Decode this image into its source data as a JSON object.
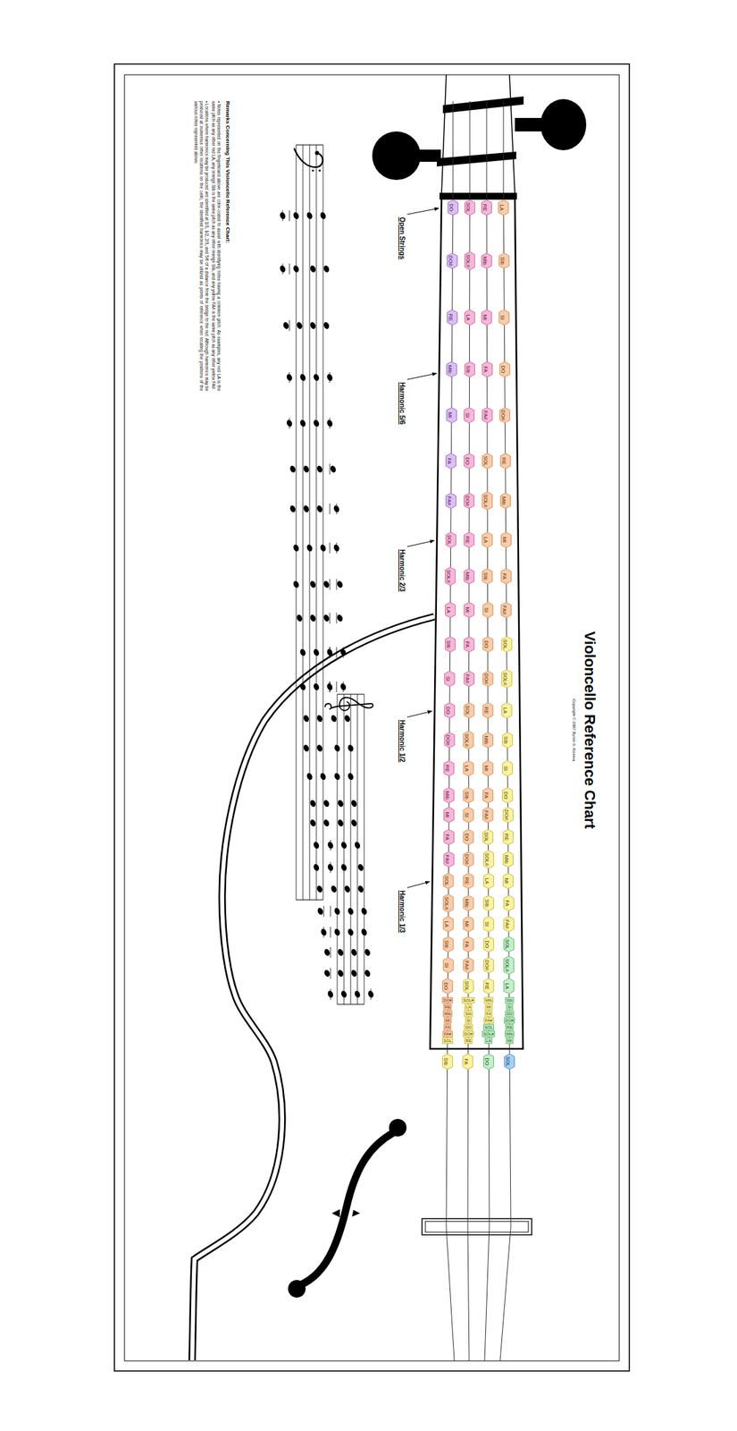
{
  "diagram": {
    "title": "Violoncello Reference Chart",
    "nodes": [
      {
        "text": [
          "DO"
        ]
      },
      {
        "text": [
          "SOL"
        ]
      },
      {
        "text": [
          "RE"
        ]
      },
      {
        "text": [
          "LA"
        ]
      },
      {
        "text": [
          "DO#"
        ]
      },
      {
        "text": [
          "SOL#"
        ]
      },
      {
        "text": [
          "MIb"
        ]
      },
      {
        "text": [
          "SIb"
        ]
      },
      {
        "text": [
          "RE"
        ]
      },
      {
        "text": [
          "LA"
        ]
      },
      {
        "text": [
          "MI"
        ]
      },
      {
        "text": [
          "SI"
        ]
      },
      {
        "text": [
          "MIb"
        ]
      },
      {
        "text": [
          "SIb"
        ]
      },
      {
        "text": [
          "FA"
        ]
      },
      {
        "text": [
          "DO"
        ]
      },
      {
        "text": [
          "MI"
        ]
      },
      {
        "text": [
          "SI"
        ]
      },
      {
        "text": [
          "FA#"
        ]
      },
      {
        "text": [
          "DO#"
        ]
      },
      {
        "text": [
          "FA"
        ]
      },
      {
        "text": [
          "DO"
        ]
      },
      {
        "text": [
          "SOL"
        ]
      },
      {
        "text": [
          "RE"
        ]
      },
      {
        "text": [
          "FA#"
        ]
      },
      {
        "text": [
          "DO#"
        ]
      },
      {
        "text": [
          "SOL#"
        ]
      },
      {
        "text": [
          "MIb"
        ]
      },
      {
        "text": [
          "SOL"
        ]
      },
      {
        "text": [
          "RE"
        ]
      },
      {
        "text": [
          "LA"
        ]
      },
      {
        "text": [
          "MI"
        ]
      },
      {
        "text": [
          "SOL#"
        ]
      },
      {
        "text": [
          "MIb"
        ]
      },
      {
        "text": [
          "SIb"
        ]
      },
      {
        "text": [
          "FA"
        ]
      },
      {
        "text": [
          "LA"
        ]
      },
      {
        "text": [
          "MI"
        ]
      },
      {
        "text": [
          "SI"
        ]
      },
      {
        "text": [
          "FA#"
        ]
      },
      {
        "text": [
          "SIb"
        ]
      },
      {
        "text": [
          "FA"
        ]
      },
      {
        "text": [
          "DO"
        ]
      },
      {
        "text": [
          "SOL"
        ]
      },
      {
        "text": [
          "SI"
        ]
      },
      {
        "text": [
          "FA#"
        ]
      },
      {
        "text": [
          "DO#"
        ]
      },
      {
        "text": [
          "SOL#"
        ]
      },
      {
        "text": [
          "DO"
        ]
      },
      {
        "text": [
          "SOL"
        ]
      },
      {
        "text": [
          "RE"
        ]
      },
      {
        "text": [
          "LA"
        ]
      },
      {
        "text": [
          "DO#"
        ]
      },
      {
        "text": [
          "SOL#"
        ]
      },
      {
        "text": [
          "MIb"
        ]
      },
      {
        "text": [
          "SIb"
        ]
      },
      {
        "text": [
          "RE"
        ]
      },
      {
        "text": [
          "LA"
        ]
      },
      {
        "text": [
          "MI"
        ]
      },
      {
        "text": [
          "SI"
        ]
      },
      {
        "text": [
          "MIb"
        ]
      },
      {
        "text": [
          "SIb"
        ]
      },
      {
        "text": [
          "FA"
        ]
      },
      {
        "text": [
          "DO"
        ]
      },
      {
        "text": [
          "MI"
        ]
      },
      {
        "text": [
          "SI"
        ]
      },
      {
        "text": [
          "FA#"
        ]
      },
      {
        "text": [
          "DO#"
        ]
      },
      {
        "text": [
          "FA"
        ]
      },
      {
        "text": [
          "DO"
        ]
      },
      {
        "text": [
          "SOL"
        ]
      },
      {
        "text": [
          "RE"
        ]
      },
      {
        "text": [
          "FA#"
        ]
      },
      {
        "text": [
          "DO#"
        ]
      },
      {
        "text": [
          "SOL#"
        ]
      },
      {
        "text": [
          "MIb"
        ]
      },
      {
        "text": [
          "SOL"
        ]
      },
      {
        "text": [
          "RE"
        ]
      },
      {
        "text": [
          "LA"
        ]
      },
      {
        "text": [
          "MI"
        ]
      },
      {
        "text": [
          "SOL#"
        ]
      },
      {
        "text": [
          "MIb"
        ]
      },
      {
        "text": [
          "SIb"
        ]
      },
      {
        "text": [
          "FA"
        ]
      },
      {
        "text": [
          "LA"
        ]
      },
      {
        "text": [
          "MI"
        ]
      },
      {
        "text": [
          "SI"
        ]
      },
      {
        "text": [
          "FA#"
        ]
      },
      {
        "text": [
          "SIb"
        ]
      },
      {
        "text": [
          "FA"
        ]
      },
      {
        "text": [
          "DO"
        ]
      },
      {
        "text": [
          "SOL"
        ]
      },
      {
        "text": [
          "SI"
        ]
      },
      {
        "text": [
          "FA#"
        ]
      },
      {
        "text": [
          "DO#"
        ]
      },
      {
        "text": [
          "SOL#"
        ]
      },
      {
        "text": [
          "DO"
        ]
      },
      {
        "text": [
          "SOL"
        ]
      },
      {
        "text": [
          "RE"
        ]
      },
      {
        "text": [
          "LA"
        ]
      },
      {
        "text": [
          "SIb"
        ]
      },
      {
        "text": [
          "FA"
        ]
      },
      {
        "text": [
          "DO"
        ]
      },
      {
        "text": [
          "SOL"
        ]
      }
    ],
    "labels": [
      "Copyright © 2007 Byron S. Kozera",
      "Open Strings",
      "Harmonic 5/6",
      "Harmonic 2/3",
      "Harmonic 1/2",
      "Harmonic 1/3",
      "Remarks Concerning This Violoncello Reference Chart:",
      "• Notes represented on the fingerboard above are color-coded to assist with identifying notes having a common pitch. As examples, any red LA is the same pitch as any other red LA, any orange SIb is the same pitch as any other orange SIb, and any yellow FA# is the same pitch as any other yellow FA#.",
      "• Locations where harmonics may be produced are identified at 1/3, 1/2, 2/3, and 5/6 of a distance from the bridge to the nut. Although harmonics may be produced at numerous other locations on the cello, the identified harmonics may be utilized as points of reference when locating the positions of the various notes represented above.",
      "DO#",
      "SOL#",
      "MIb",
      "SIb",
      "RE",
      "LA",
      "MI",
      "SI",
      "MIb",
      "SIb",
      "FA",
      "DO",
      "MI",
      "SI",
      "FA#",
      "DO#",
      "FA",
      "DO",
      "SOL",
      "RE",
      "FA#",
      "DO#",
      "SOL#",
      "MIb",
      "SOL",
      "RE",
      "LA",
      "MI"
    ]
  }
}
